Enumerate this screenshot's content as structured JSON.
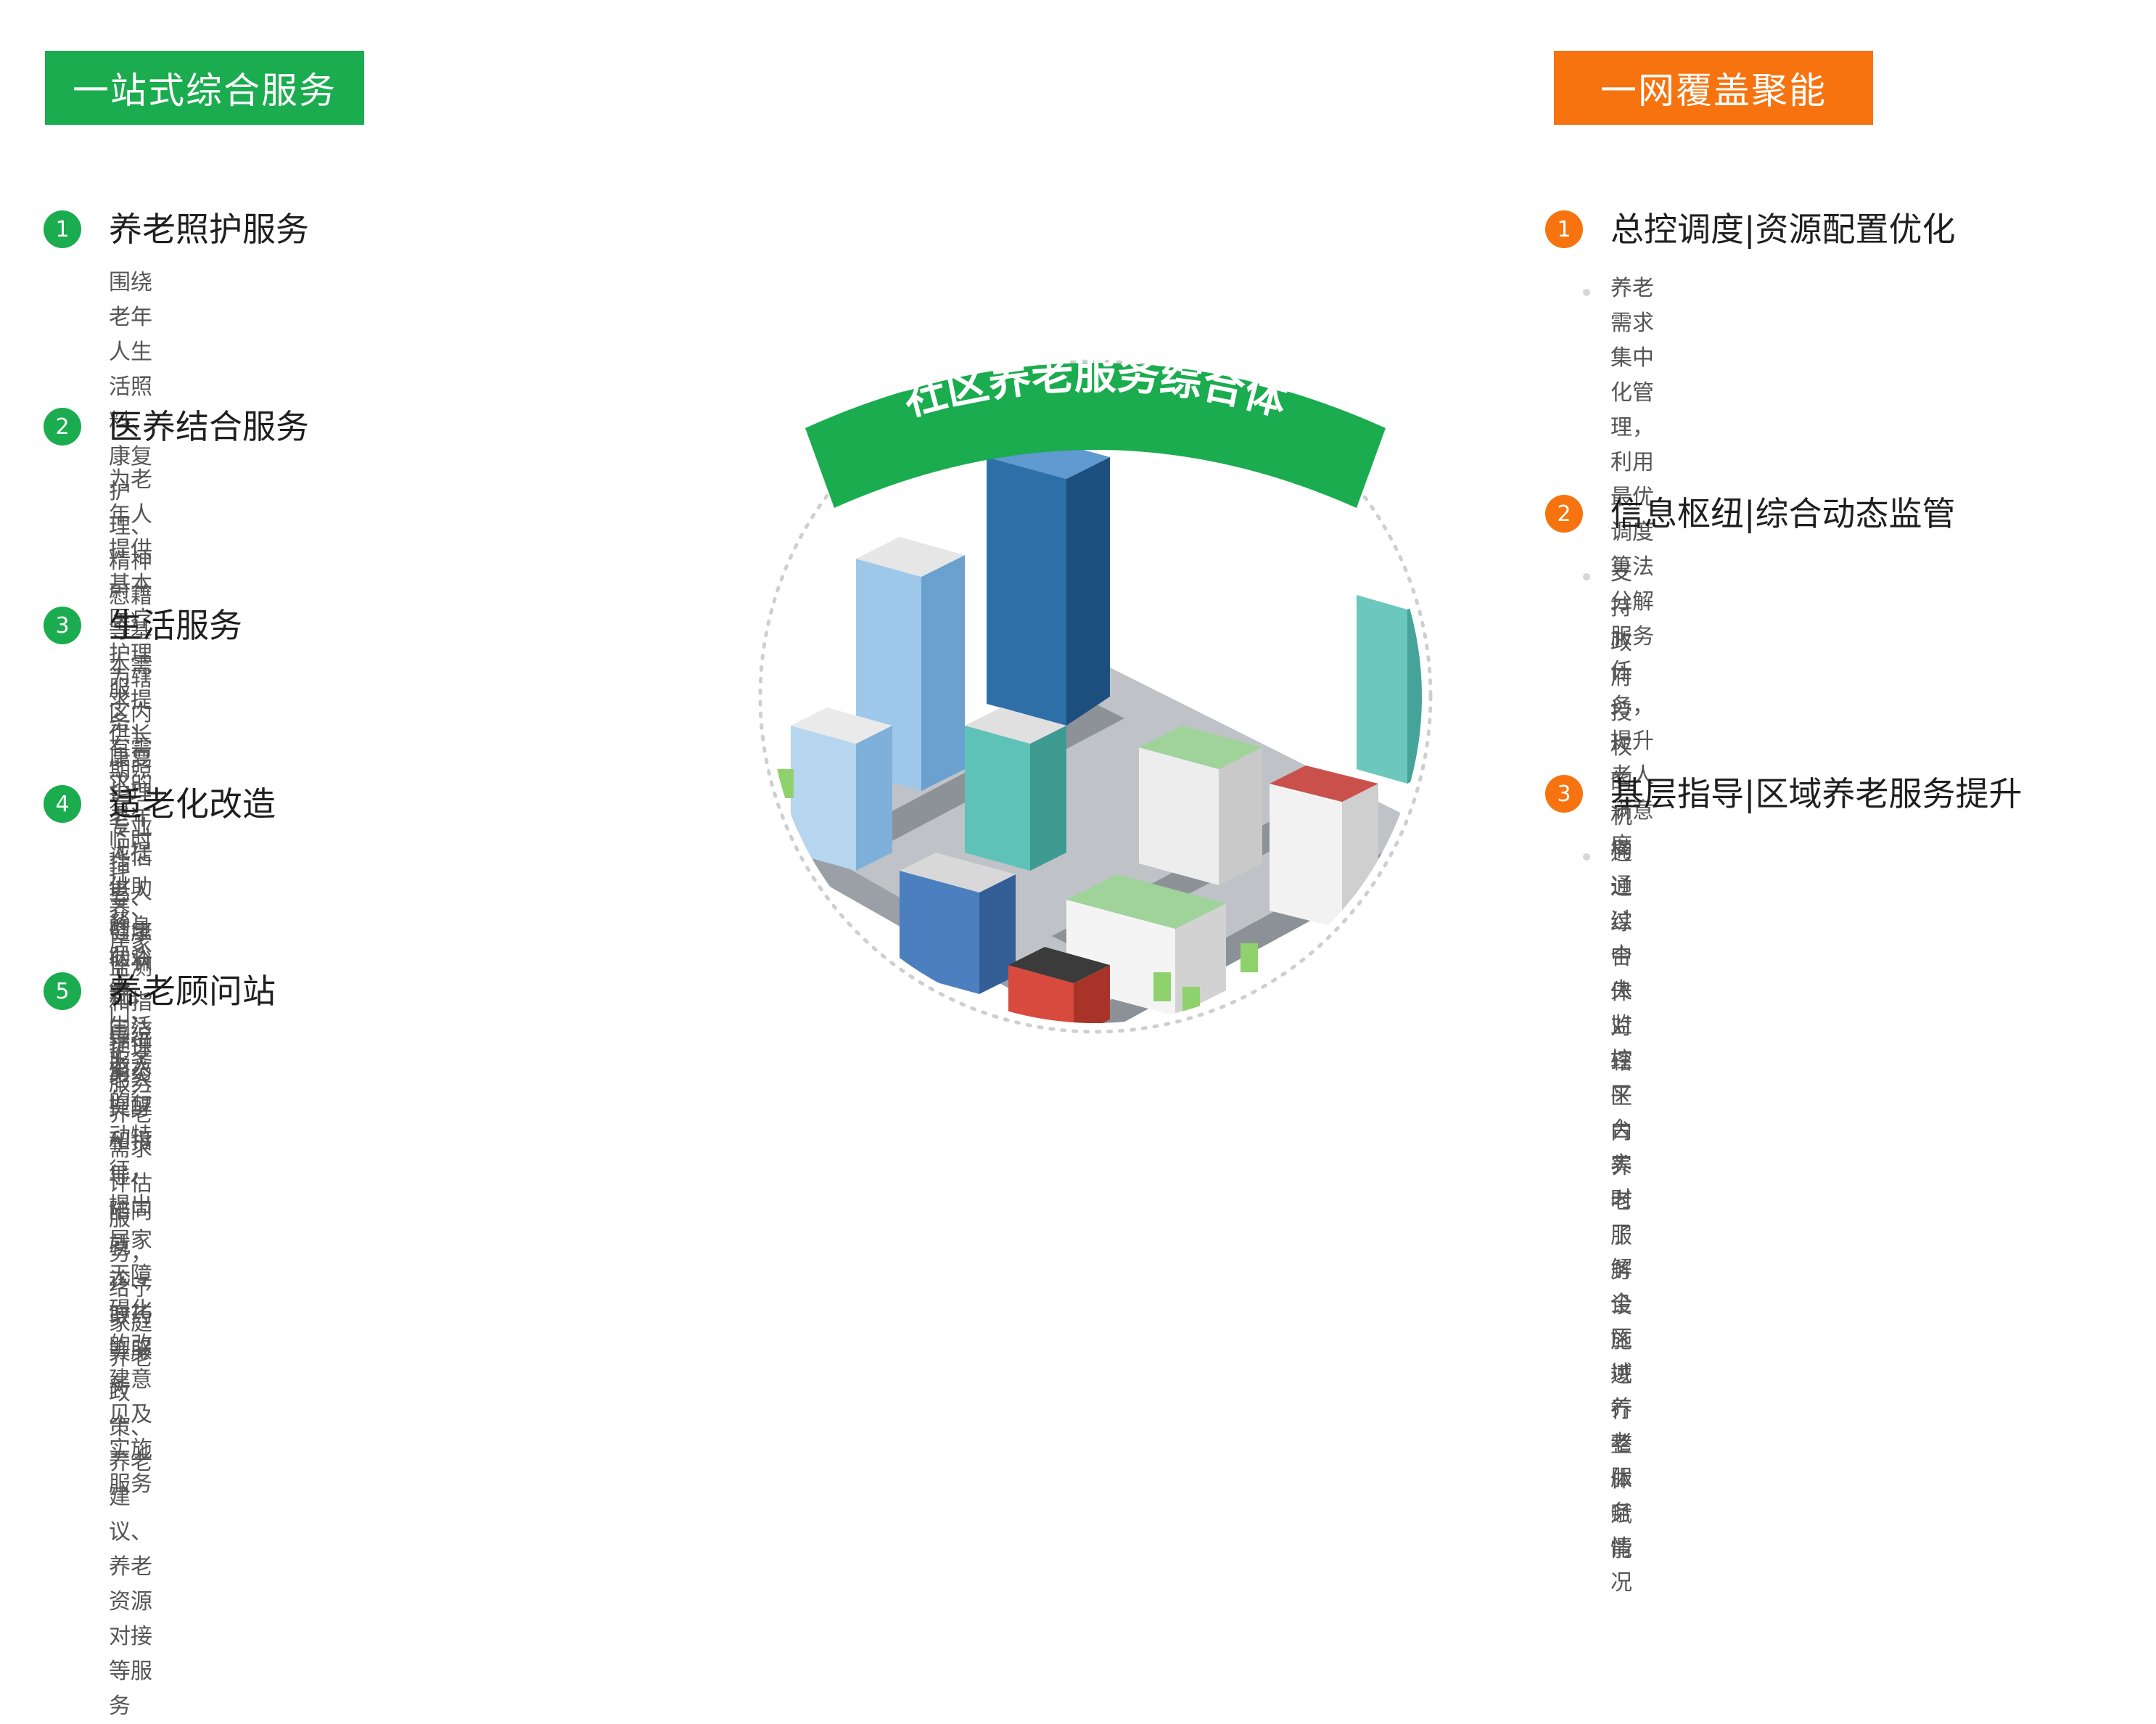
{
  "left_tag": "一站式综合服务",
  "right_tag": "一网覆盖聚能",
  "center_banner": "社区养老服务综合体",
  "left_items": [
    {
      "num": "1",
      "title": "养老照护服务",
      "lines": [
        "围绕老年人生活照料、康复护理、精神慰藉",
        "等基本需求提供长期照看、临时托养、居家",
        "上门、护理服务"
      ]
    },
    {
      "num": "2",
      "title": "医养结合服务",
      "lines": [
        "为老年人提供基本医疗护理服务、康复护理",
        "专业指导、健康监测和指导、用药提醒和指",
        "导、陪同就诊、取药等服务"
      ]
    },
    {
      "num": "3",
      "title": "生活服务",
      "lines": [
        "为辖区内有需求的老年人提供助餐、助浴等",
        "生活服务"
      ]
    },
    {
      "num": "4",
      "title": "适老化改造",
      "lines": [
        "评估老人的身体状况，围绕老人的行动特征，提出",
        "居家无障碍化的改建意见及实施服务"
      ]
    },
    {
      "num": "5",
      "title": "养老顾问站",
      "lines": [
        "提供老人养老需求评估服务，给予家庭养老",
        "政策、养老建议、养老资源对接等服务"
      ]
    }
  ],
  "right_items": [
    {
      "num": "1",
      "title": "总控调度|资源配置优化",
      "lines": [
        "养老需求集中化管理，利用最优调度算法分解服务",
        "任务，提升老人满意度"
      ]
    },
    {
      "num": "2",
      "title": "信息枢纽|综合动态监管",
      "lines": [
        "支持政府授权的机构通过中央监控平台实时",
        "了解全区域养老服务情况"
      ]
    },
    {
      "num": "3",
      "title": "基层指导|区域养老服务提升",
      "lines": [
        "通过综合体对辖区内养老服务设施进行整体赋能"
      ]
    }
  ],
  "colors": {
    "green": "#1aac4e",
    "orange": "#f6730f"
  }
}
